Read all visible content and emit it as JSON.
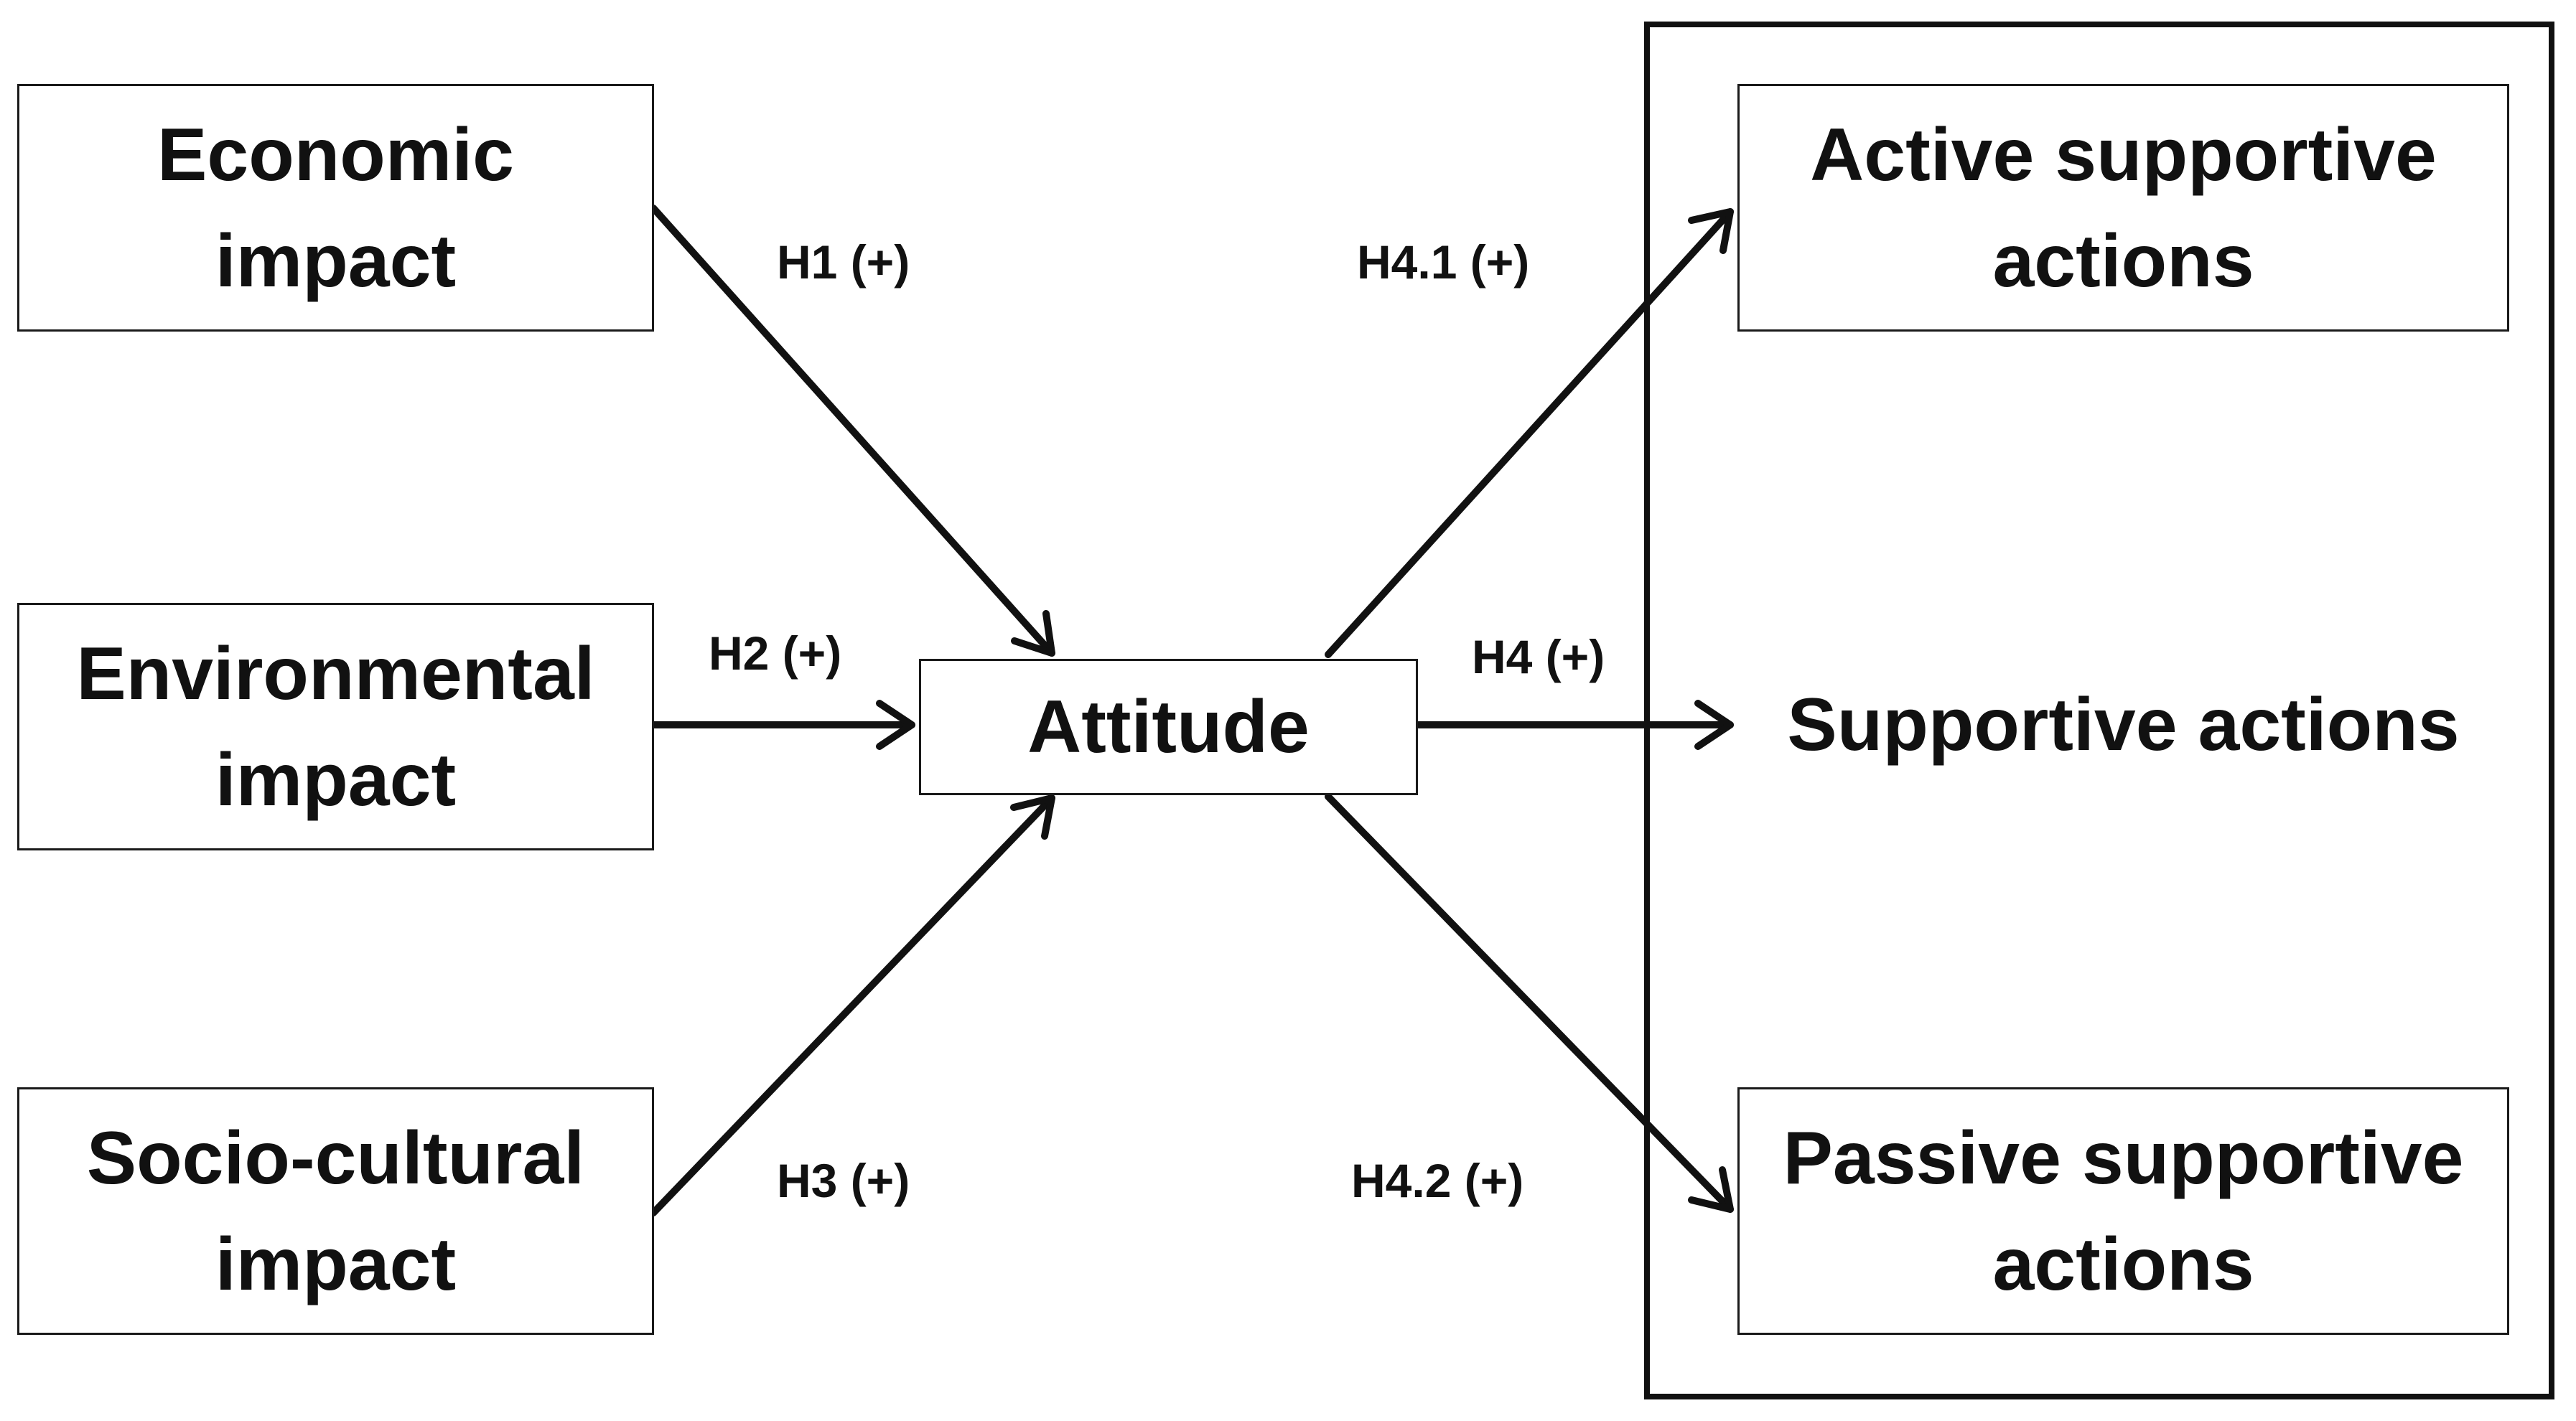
{
  "nodes": {
    "economic": {
      "line1": "Economic",
      "line2": "impact"
    },
    "environmental": {
      "line1": "Environmental",
      "line2": "impact"
    },
    "socio_cultural": {
      "line1": "Socio-cultural",
      "line2": "impact"
    },
    "attitude": {
      "label": "Attitude"
    },
    "supportive": {
      "label": "Supportive actions"
    },
    "active": {
      "line1": "Active supportive",
      "line2": "actions"
    },
    "passive": {
      "line1": "Passive supportive",
      "line2": "actions"
    }
  },
  "hypotheses": {
    "h1": "H1 (+)",
    "h2": "H2 (+)",
    "h3": "H3 (+)",
    "h4": "H4 (+)",
    "h4_1": "H4.1 (+)",
    "h4_2": "H4.2 (+)"
  },
  "colors": {
    "stroke": "#111111",
    "box_fill": "#ffffff"
  }
}
